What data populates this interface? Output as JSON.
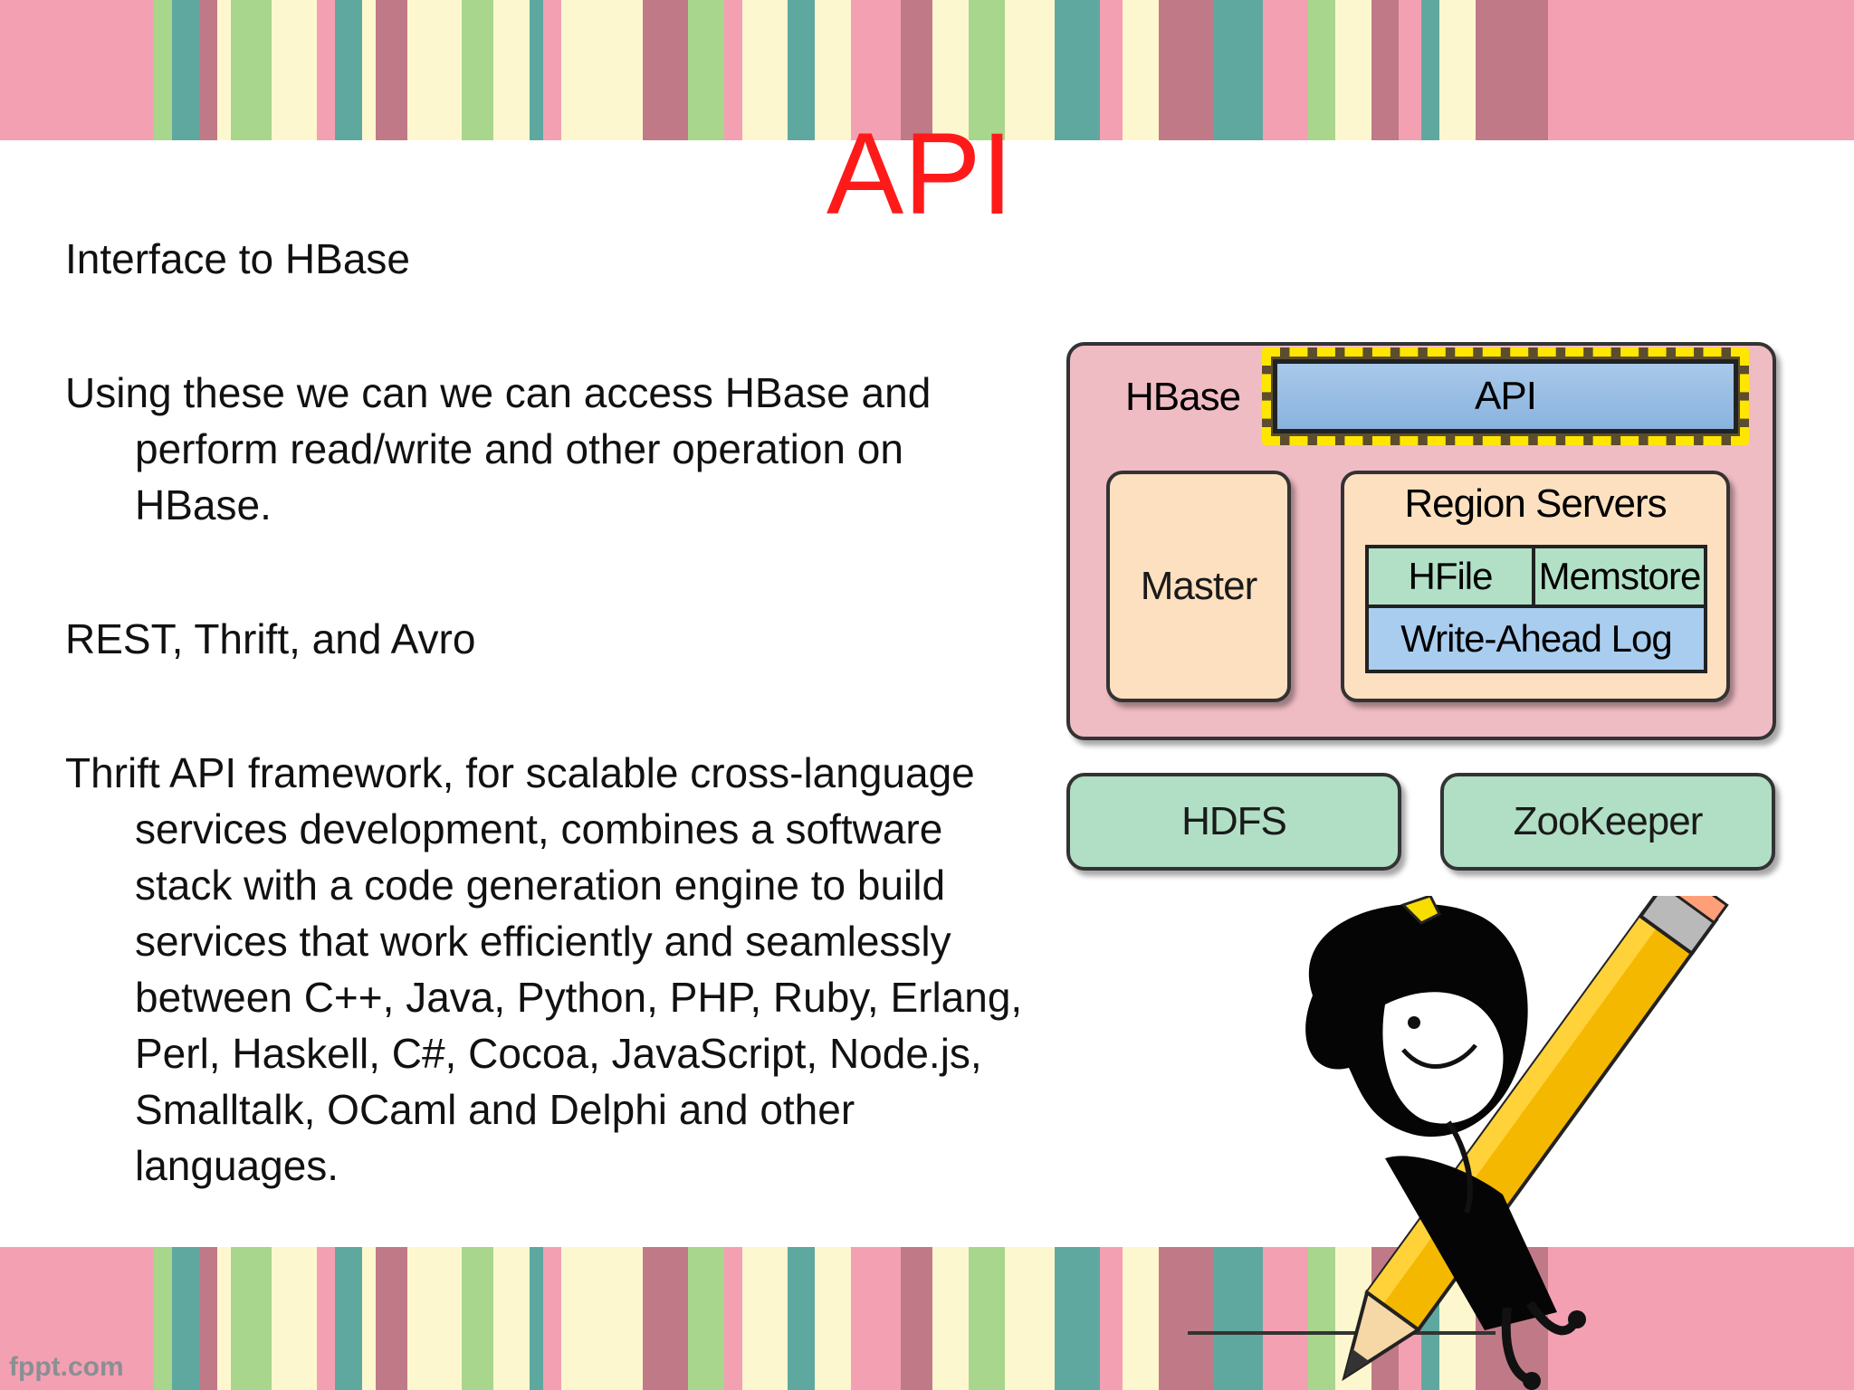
{
  "slide": {
    "title": "API",
    "bullets": [
      "Interface to HBase",
      "Using these  we can we can access HBase and perform read/write and other operation on HBase.",
      "REST, Thrift, and Avro",
      "Thrift API framework, for scalable cross-language services development, combines a software stack with a code generation engine to build services that work efficiently and seamlessly between C++, Java, Python, PHP, Ruby, Erlang, Perl, Haskell, C#, Cocoa, JavaScript, Node.js, Smalltalk, OCaml and Delphi and other languages."
    ]
  },
  "diagram": {
    "hbase": "HBase",
    "api": "API",
    "master": "Master",
    "region_servers": "Region Servers",
    "hfile": "HFile",
    "memstore": "Memstore",
    "wal": "Write-Ahead Log",
    "hdfs": "HDFS",
    "zookeeper": "ZooKeeper"
  },
  "footer": {
    "logo": "fppt.com"
  },
  "colors": {
    "title": "#ff1a1a",
    "stripes": [
      "#f4a0b3",
      "#5fa8a0",
      "#c07a87",
      "#a8d68c",
      "#fdf7cf"
    ]
  },
  "illustration": "girl-with-pencil-clipart"
}
